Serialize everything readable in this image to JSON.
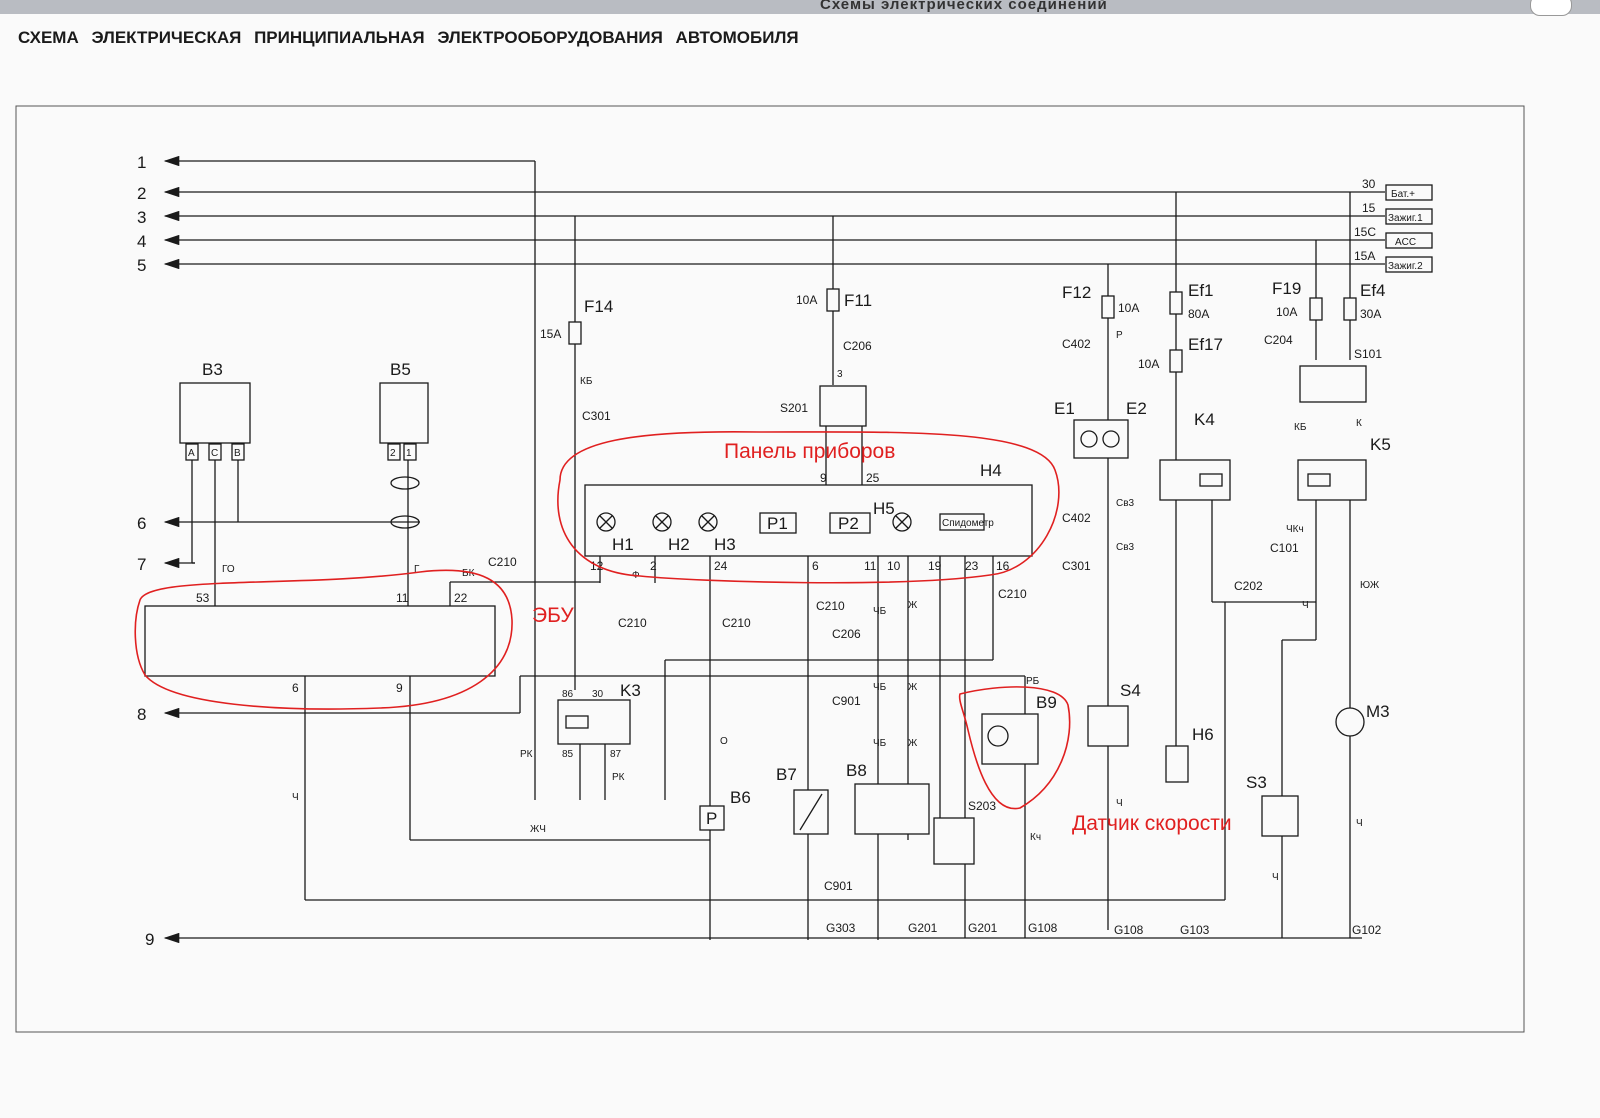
{
  "header": {
    "section": "Схемы электрических соединений",
    "title": "СХЕМА ЭЛЕКТРИЧЕСКАЯ ПРИНЦИПИАЛЬНАЯ ЭЛЕКТРООБОРУДОВАНИЯ АВТОМОБИЛЯ"
  },
  "lines": {
    "n1": "1",
    "n2": "2",
    "n3": "3",
    "n4": "4",
    "n5": "5",
    "n6": "6",
    "n7": "7",
    "n8": "8",
    "n9": "9"
  },
  "terminals": {
    "t30": "30",
    "bat": "Бат.+",
    "t15": "15",
    "ign1": "Зажиг.1",
    "t15c": "15C",
    "acc": "ACC",
    "t15a": "15A",
    "ign2": "Зажиг.2"
  },
  "fuses": {
    "f14": "F14",
    "f14_rating": "15A",
    "f11": "F11",
    "f11_rating": "10A",
    "f12": "F12",
    "f12_rating": "10A",
    "ef1": "Ef1",
    "ef1_rating": "80A",
    "ef17": "Ef17",
    "ef17_rating": "10A",
    "f19": "F19",
    "f19_rating": "10A",
    "ef4": "Ef4",
    "ef4_rating": "30A"
  },
  "connectors": {
    "c206": "C206",
    "c206b": "C206",
    "s201": "S201",
    "s101": "S101",
    "c301": "C301",
    "c301b": "C301",
    "c402": "C402",
    "c402b": "C402",
    "c204": "C204",
    "c210": "C210",
    "c210b": "C210",
    "c210c": "C210",
    "c210d": "C210",
    "c210e": "C210",
    "c101": "C101",
    "c202": "C202",
    "c901": "C901",
    "c901b": "C901",
    "s203": "S203"
  },
  "components": {
    "b3": "B3",
    "b5": "B5",
    "h4": "H4",
    "h5": "H5",
    "h1": "H1",
    "h2": "H2",
    "h3": "H3",
    "p1": "P1",
    "p2": "P2",
    "speedo": "Спидометр",
    "e1": "E1",
    "e2": "E2",
    "k4": "K4",
    "k5": "K5",
    "k3": "K3",
    "b9": "B9",
    "s4": "S4",
    "h6": "H6",
    "s3": "S3",
    "m3": "M3",
    "b6": "B6",
    "b7": "B7",
    "b8": "B8",
    "b6_p": "P"
  },
  "pins": {
    "a": "A",
    "c": "C",
    "b": "B",
    "p2": "2",
    "p1": "1",
    "e53": "53",
    "e11": "11",
    "e22": "22",
    "e6": "6",
    "e9": "9",
    "k86": "86",
    "k30": "30",
    "k85": "85",
    "k87": "87"
  },
  "wires": {
    "go": "ГО",
    "g": "Г",
    "bk": "БК",
    "f": "Ф",
    "kb": "КБ",
    "r": "Р",
    "sv3": "Св3",
    "pk": "РК",
    "o": "О",
    "zhch": "ЖЧ",
    "chb": "ЧБ",
    "zh": "Ж",
    "ch": "Ч",
    "rb": "РБ",
    "kch": "Кч",
    "chkch": "ЧКч",
    "yuzh": "ЮЖ",
    "k": "К"
  },
  "grounds": {
    "g303": "G303",
    "g201": "G201",
    "g201b": "G201",
    "g108": "G108",
    "g108b": "G108",
    "g103": "G103",
    "g102": "G102"
  },
  "annotations": {
    "panel": "Панель приборов",
    "ecu": "ЭБУ",
    "speed_sensor": "Датчик скорости"
  },
  "colors": {
    "annotation": "#e02020",
    "ink": "#1a1a1a"
  }
}
